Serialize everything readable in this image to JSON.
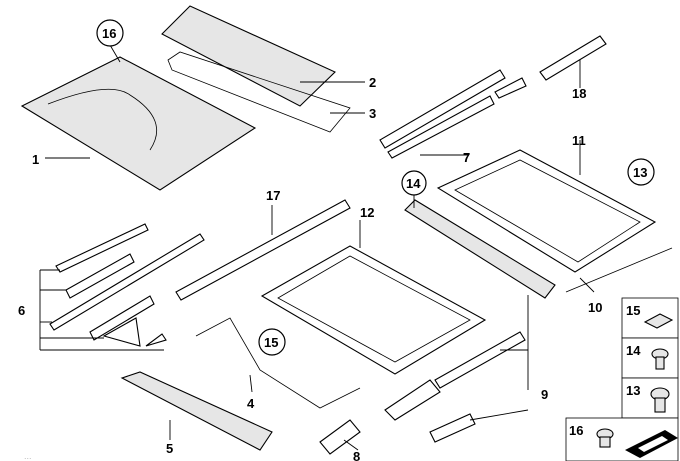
{
  "callouts": [
    {
      "num": "1"
    },
    {
      "num": "2"
    },
    {
      "num": "3"
    },
    {
      "num": "4"
    },
    {
      "num": "5"
    },
    {
      "num": "6"
    },
    {
      "num": "7"
    },
    {
      "num": "8"
    },
    {
      "num": "9"
    },
    {
      "num": "10"
    },
    {
      "num": "11"
    },
    {
      "num": "12"
    },
    {
      "num": "13"
    },
    {
      "num": "14"
    },
    {
      "num": "15"
    },
    {
      "num": "16"
    },
    {
      "num": "17"
    },
    {
      "num": "18"
    }
  ],
  "legend": [
    {
      "num": "15",
      "icon": "pad-icon"
    },
    {
      "num": "14",
      "icon": "screw-icon"
    },
    {
      "num": "13",
      "icon": "bolt-icon"
    },
    {
      "num": "16",
      "icon": "plug-icon"
    }
  ],
  "watermark": "..."
}
